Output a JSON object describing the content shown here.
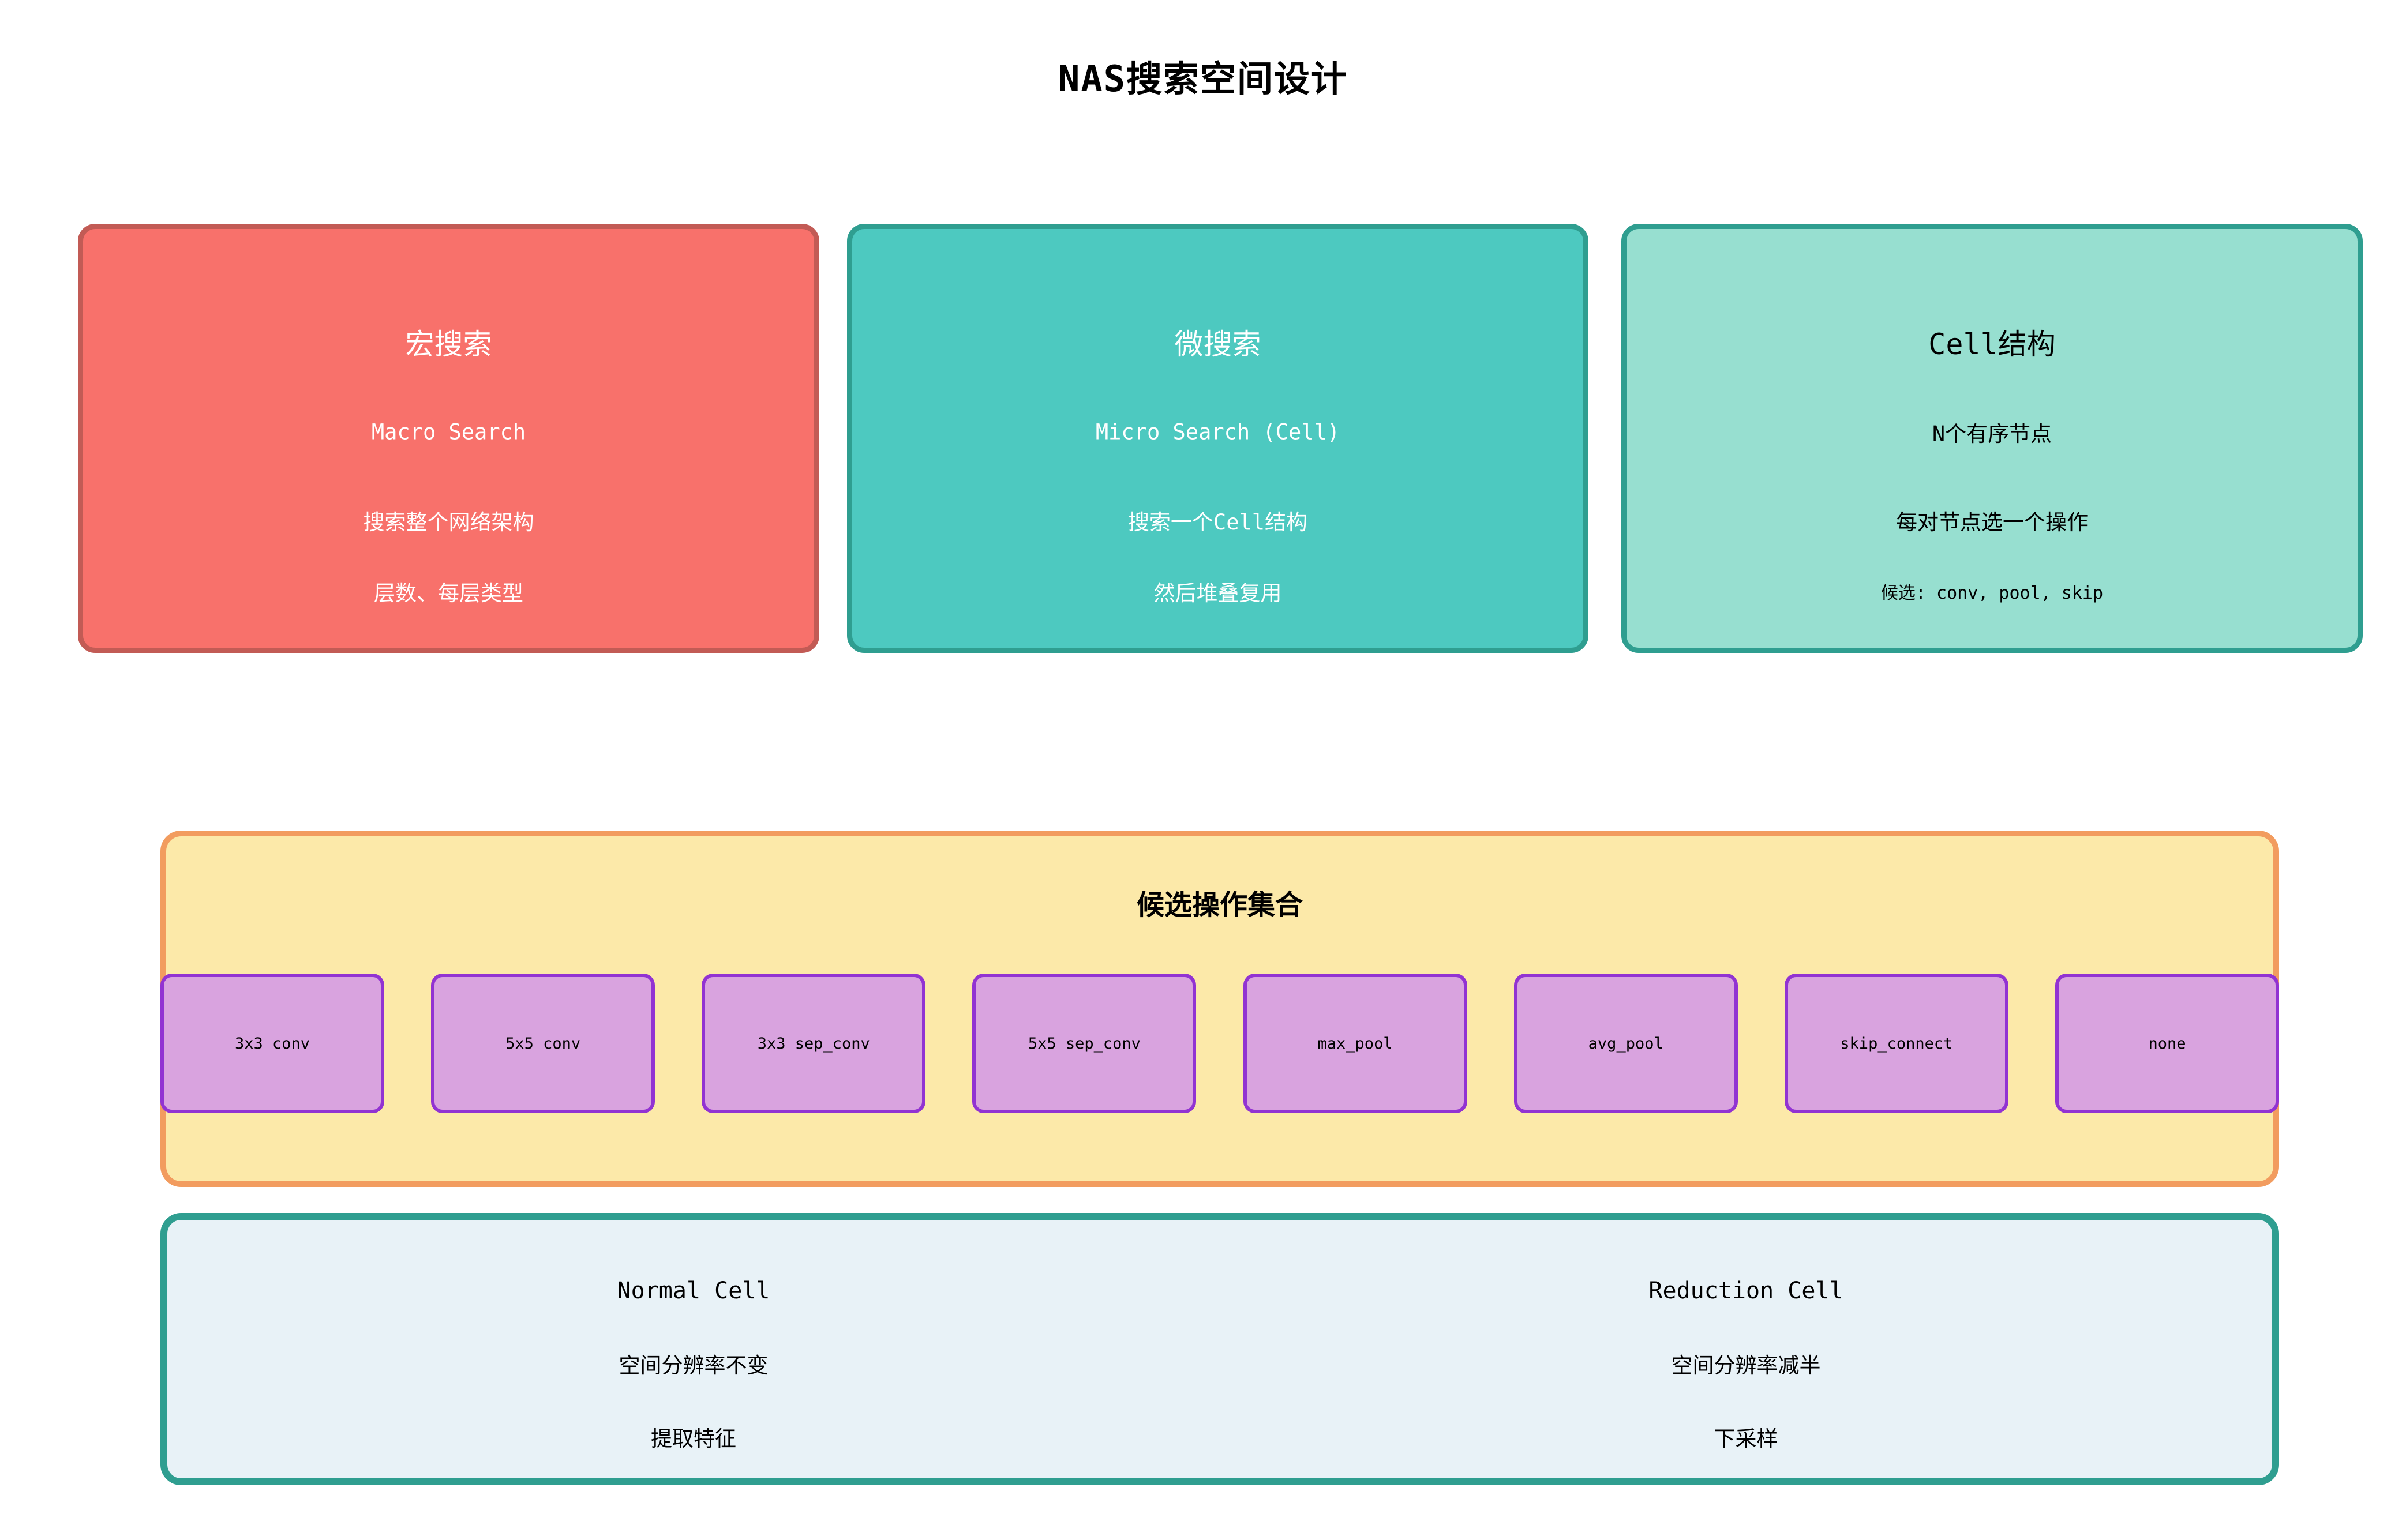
{
  "title": "NAS搜索空间设计",
  "top_cards": [
    {
      "id": "macro-search",
      "title": "宏搜索",
      "lines": [
        "Macro Search",
        "搜索整个网络架构",
        "层数、每层类型"
      ],
      "fill": "#F8716B",
      "border": "#C25B55",
      "text_color": "#FFFFFF"
    },
    {
      "id": "micro-search",
      "title": "微搜索",
      "lines": [
        "Micro Search (Cell)",
        "搜索一个Cell结构",
        "然后堆叠复用"
      ],
      "fill": "#4DC9C0",
      "border": "#2F9E90",
      "text_color": "#FFFFFF"
    },
    {
      "id": "cell-structure",
      "title": "Cell结构",
      "lines": [
        "N个有序节点",
        "每对节点选一个操作",
        "候选: conv, pool, skip"
      ],
      "fill": "#97DFD0",
      "border": "#2F9E90",
      "text_color": "#000000"
    }
  ],
  "operations_panel": {
    "title": "候选操作集合",
    "fill": "#FCE9A9",
    "border": "#F29C5F",
    "operation_fill": "#D9A3DF",
    "operation_border": "#9233D2",
    "operations": [
      "3x3 conv",
      "5x5 conv",
      "3x3 sep_conv",
      "5x5 sep_conv",
      "max_pool",
      "avg_pool",
      "skip_connect",
      "none"
    ]
  },
  "cell_types_panel": {
    "fill": "#E8F2F7",
    "border": "#2F9E90",
    "cells": [
      {
        "title": "Normal Cell",
        "lines": [
          "空间分辨率不变",
          "提取特征"
        ]
      },
      {
        "title": "Reduction Cell",
        "lines": [
          "空间分辨率减半",
          "下采样"
        ]
      }
    ]
  }
}
